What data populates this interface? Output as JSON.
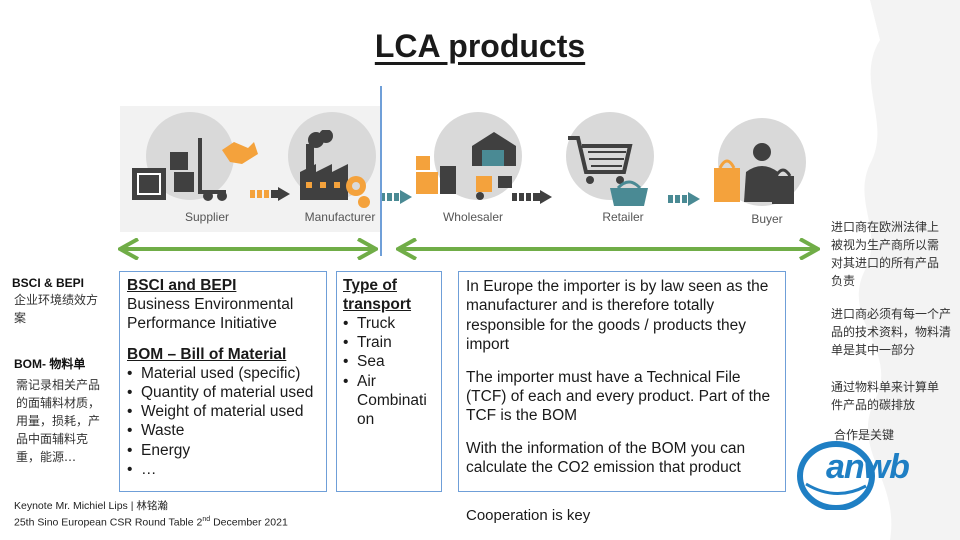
{
  "title": "LCA products",
  "stages": [
    {
      "label": "Supplier",
      "icon": "supplier-icon"
    },
    {
      "label": "Manufacturer",
      "icon": "factory-icon"
    },
    {
      "label": "Wholesaler",
      "icon": "warehouse-icon"
    },
    {
      "label": "Retailer",
      "icon": "shopping-cart-icon"
    },
    {
      "label": "Buyer",
      "icon": "shopping-bags-icon"
    }
  ],
  "left_side": {
    "bsci_label": "BSCI & BEPI",
    "bsci_cn": "企业环境绩效方案",
    "bom_label": "BOM- 物料单",
    "bom_cn": "需记录相关产品的面辅料材质，用量，损耗，产品中面辅料克重，能源…"
  },
  "box_bsci": {
    "title1": "BSCI and BEPI",
    "text1": "Business Environmental Performance Initiative",
    "title2": "BOM – Bill of Material",
    "items": [
      "Material used (specific)",
      "Quantity of material used",
      "Weight of material used",
      "Waste",
      "Energy",
      "…"
    ]
  },
  "box_transport": {
    "title": "Type of transport",
    "items": [
      "Truck",
      "Train",
      "Sea",
      "Air",
      "Combination"
    ]
  },
  "box_importer": {
    "p1": "In Europe the importer is by law seen as the manufacturer and is therefore totally responsible for the goods / products they import",
    "p2": " The importer must have a Technical File (TCF) of each and every product. Part of the TCF is the BOM",
    "p3": "With the information of the BOM you can calculate the CO2 emission that product"
  },
  "cooperation": "Cooperation is key",
  "right_side": {
    "cn1": "进口商在欧洲法律上被视为生产商所以需对其进口的所有产品负责",
    "cn2": "进口商必须有每一个产品的技术资料，物料清单是其中一部分",
    "cn3": "通过物料单来计算单件产品的碳排放",
    "cn4": "合作是关键"
  },
  "logo_text": "anwb",
  "footer": {
    "line1": "Keynote Mr. Michiel Lips | 林铭瀚",
    "line2_pre": "25th Sino European CSR Round Table 2",
    "line2_sup": "nd",
    "line2_post": " December 2021"
  },
  "colors": {
    "accent_blue": "#6f9fd8",
    "green": "#70ad47",
    "arrow_teal": "#4a8a94",
    "orange": "#f4a23c"
  }
}
